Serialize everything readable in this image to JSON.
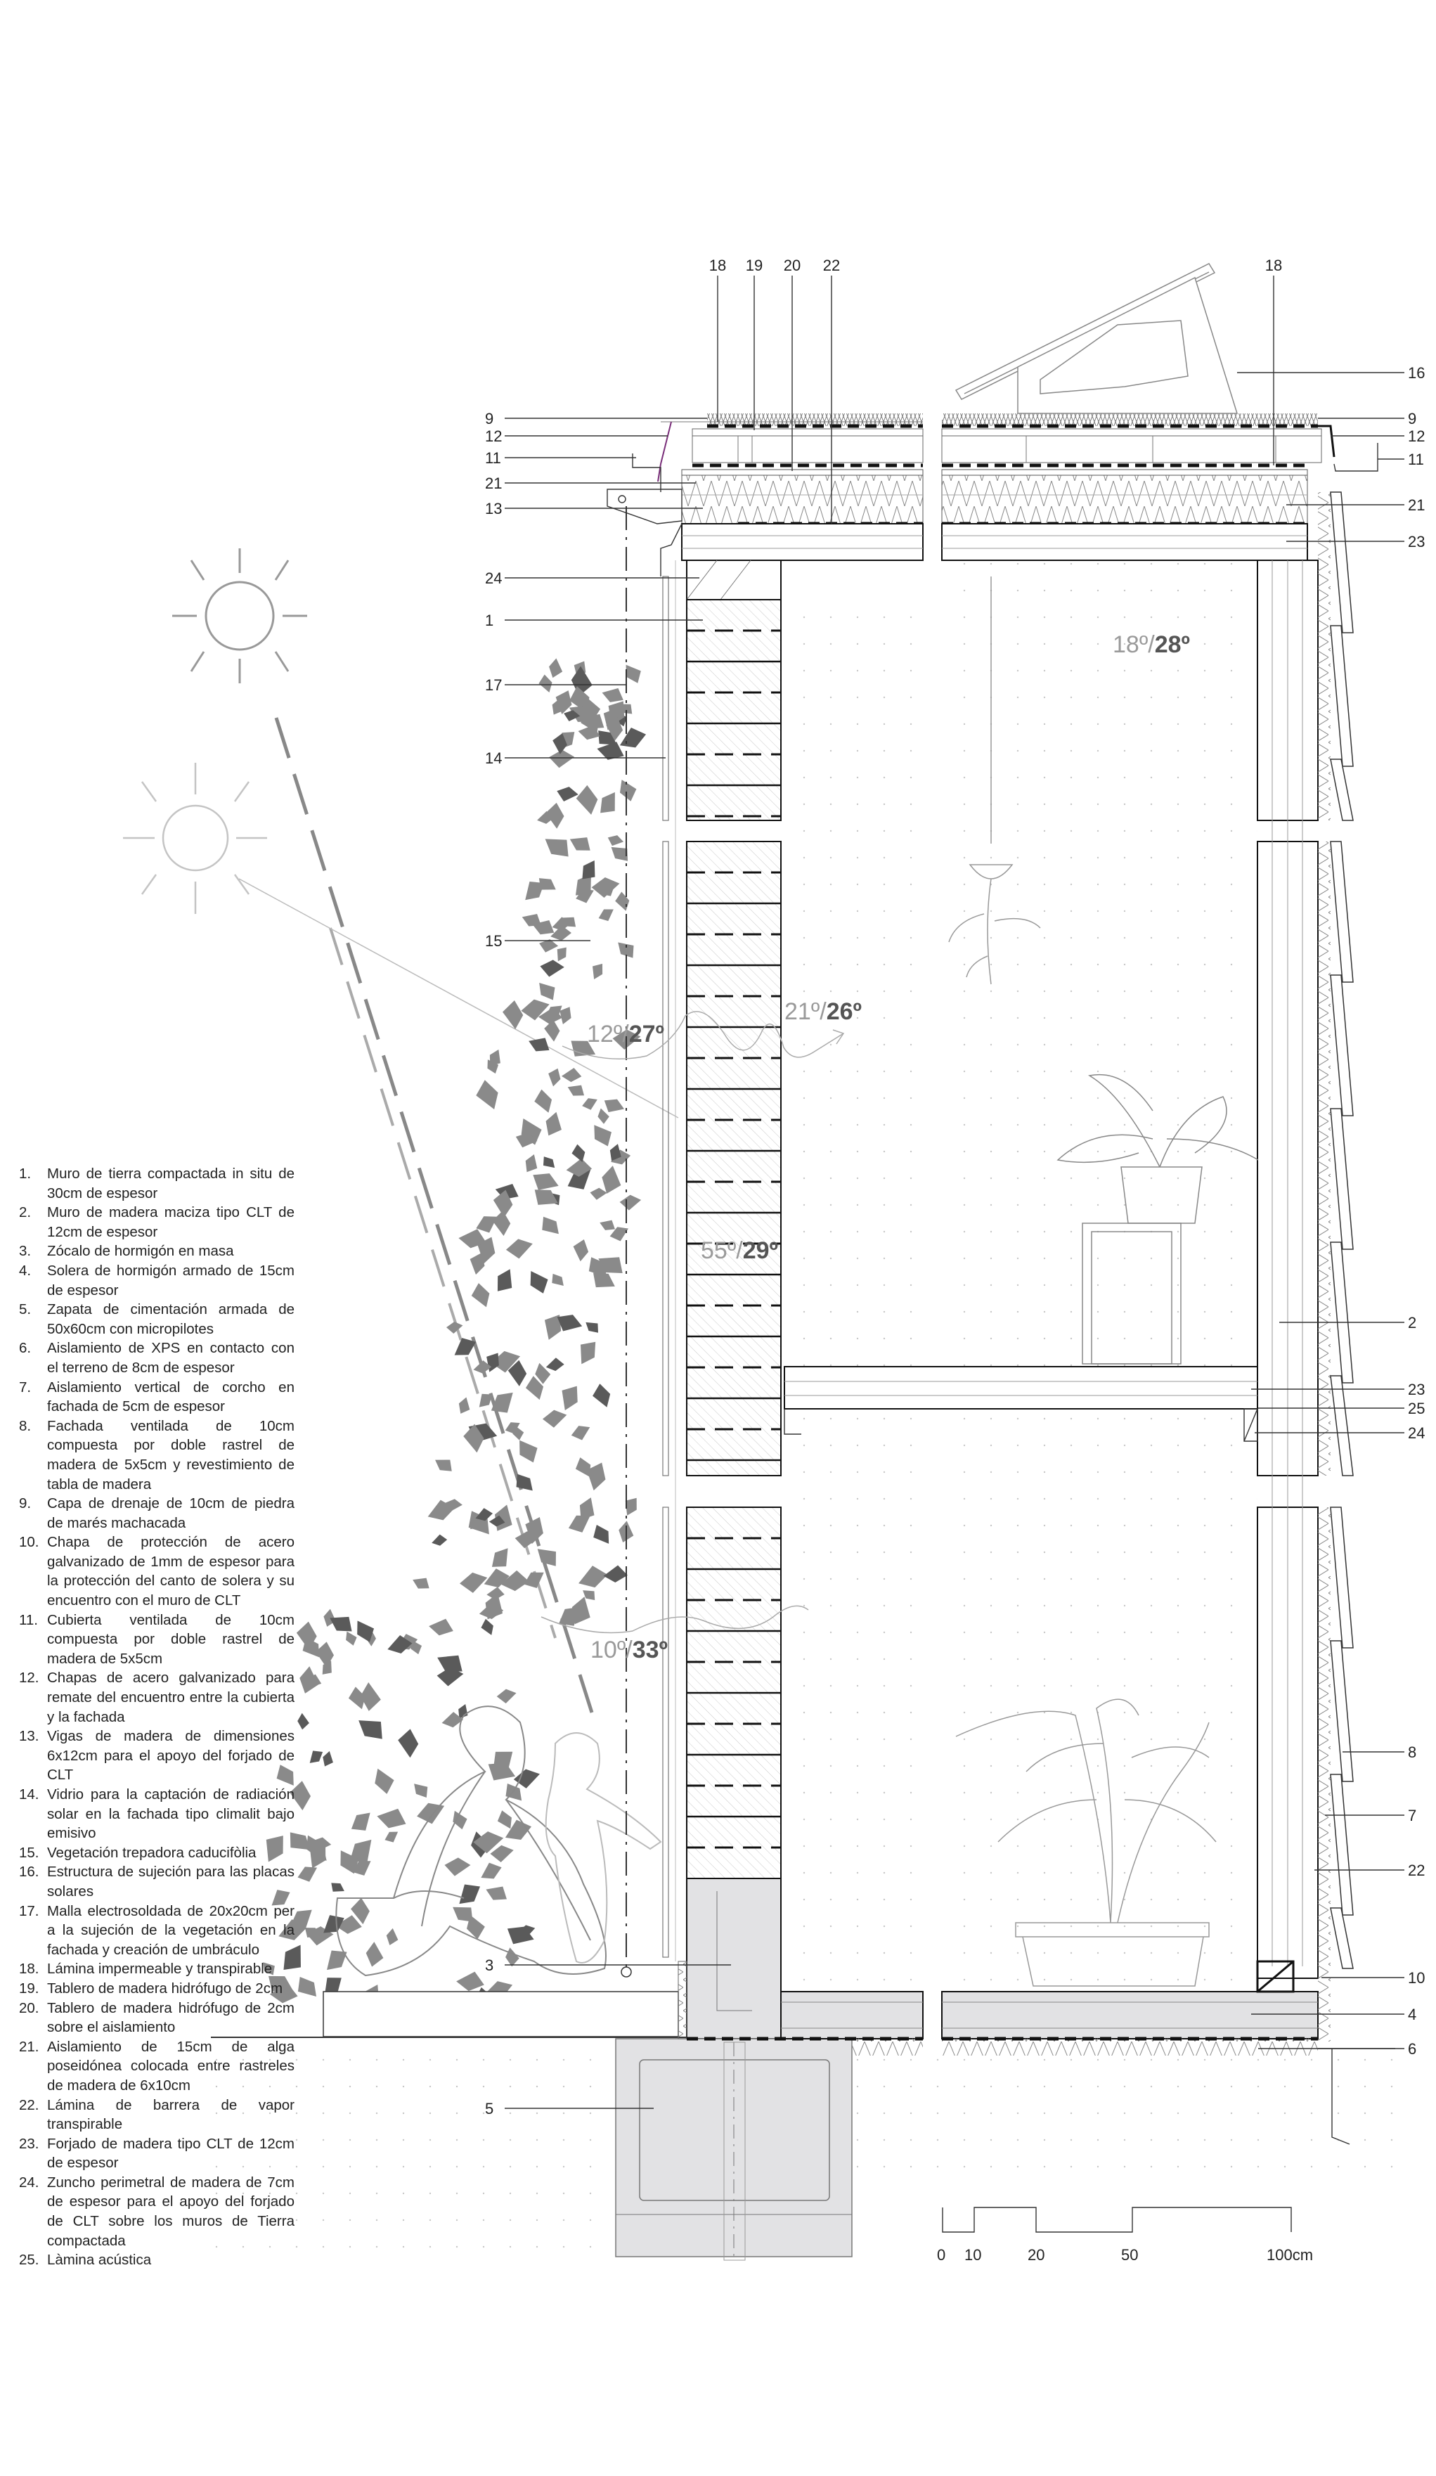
{
  "callouts": {
    "top": [
      "18",
      "19",
      "20",
      "22",
      "18"
    ],
    "left": [
      "9",
      "12",
      "11",
      "21",
      "13",
      "24",
      "1",
      "17",
      "14",
      "15",
      "3",
      "5"
    ],
    "right": [
      "16",
      "9",
      "12",
      "11",
      "21",
      "23",
      "2",
      "23",
      "25",
      "24",
      "8",
      "7",
      "22",
      "10",
      "4",
      "6"
    ]
  },
  "temperatures": [
    {
      "low": "18º/",
      "high": "28º"
    },
    {
      "low": "21º/",
      "high": "26º"
    },
    {
      "low": "12º/",
      "high": "27º"
    },
    {
      "low": "55º/",
      "high": "29º"
    },
    {
      "low": "10º/",
      "high": "33º"
    }
  ],
  "scale_bar": [
    "0",
    "10",
    "20",
    "50",
    "100cm"
  ],
  "legend": [
    {
      "n": "1.",
      "t": "Muro de tierra compactada in situ de 30cm de espesor"
    },
    {
      "n": "2.",
      "t": "Muro de madera maciza tipo CLT de 12cm de espesor"
    },
    {
      "n": "3.",
      "t": "Zócalo de hormigón en masa"
    },
    {
      "n": "4.",
      "t": "Solera de hormigón armado de 15cm de espesor"
    },
    {
      "n": "5.",
      "t": "Zapata de cimentación armada de 50x60cm con micropilotes"
    },
    {
      "n": "6.",
      "t": "Aislamiento de XPS en contacto con el terreno de 8cm de espesor"
    },
    {
      "n": "7.",
      "t": "Aislamiento vertical de corcho en fachada de 5cm de espesor"
    },
    {
      "n": "8.",
      "t": "Fachada ventilada de 10cm compuesta por doble rastrel de madera de 5x5cm y revestimiento de tabla de madera"
    },
    {
      "n": "9.",
      "t": "Capa de drenaje de 10cm de piedra de marés machacada"
    },
    {
      "n": "10.",
      "t": "Chapa de protección de acero galvanizado de 1mm de espesor para la protección del canto de solera y su encuentro con el muro de CLT"
    },
    {
      "n": "11.",
      "t": "Cubierta ventilada de 10cm compuesta por doble rastrel de madera de 5x5cm"
    },
    {
      "n": "12.",
      "t": "Chapas de acero galvanizado para remate del encuentro entre la cubierta y la fachada"
    },
    {
      "n": "13.",
      "t": "Vigas de madera de dimensiones 6x12cm para el apoyo del forjado de CLT"
    },
    {
      "n": "14.",
      "t": "Vidrio para la captación de radiación solar en la fachada tipo climalit bajo emisivo"
    },
    {
      "n": "15.",
      "t": "Vegetación trepadora caducifòlia"
    },
    {
      "n": "16.",
      "t": "Estructura de sujeción para las placas solares"
    },
    {
      "n": "17.",
      "t": "Malla electrosoldada de 20x20cm per a la sujeción de la vegetación en la fachada y creación de umbráculo"
    },
    {
      "n": "18.",
      "t": "Lámina impermeable y transpirable"
    },
    {
      "n": "19.",
      "t": "Tablero de madera hidrófugo de 2cm"
    },
    {
      "n": "20.",
      "t": "Tablero de madera hidrófugo de 2cm sobre el aislamiento"
    },
    {
      "n": "21.",
      "t": "Aislamiento de 15cm de alga poseidónea colocada entre rastreles de madera de 6x10cm"
    },
    {
      "n": "22.",
      "t": "Lámina de barrera de vapor transpirable"
    },
    {
      "n": "23.",
      "t": "Forjado de madera tipo CLT de 12cm de espesor"
    },
    {
      "n": "24.",
      "t": "Zuncho perimetral de madera de 7cm de espesor para el apoyo del forjado de CLT sobre los muros de Tierra compactada"
    },
    {
      "n": "25.",
      "t": "Làmina acústica"
    }
  ],
  "colors": {
    "line": "#222222",
    "concrete": "#e2e2e4",
    "leaf": "#8a8a8a",
    "leaf_dark": "#5a5a5a",
    "temp_low": "#9a9a9a",
    "temp_high": "#555555"
  }
}
